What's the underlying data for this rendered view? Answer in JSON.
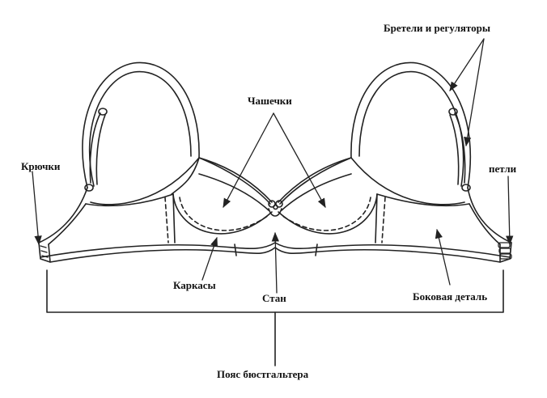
{
  "labels": {
    "straps": "Бретели и регуляторы",
    "cups": "Чашечки",
    "hooks": "Крючки",
    "loops": "петли",
    "underwires": "Каркасы",
    "center": "Стан",
    "side_panel": "Боковая деталь",
    "band": "Пояс бюстгальтера"
  },
  "colors": {
    "line": "#222222",
    "text": "#111111",
    "background": "#ffffff"
  }
}
